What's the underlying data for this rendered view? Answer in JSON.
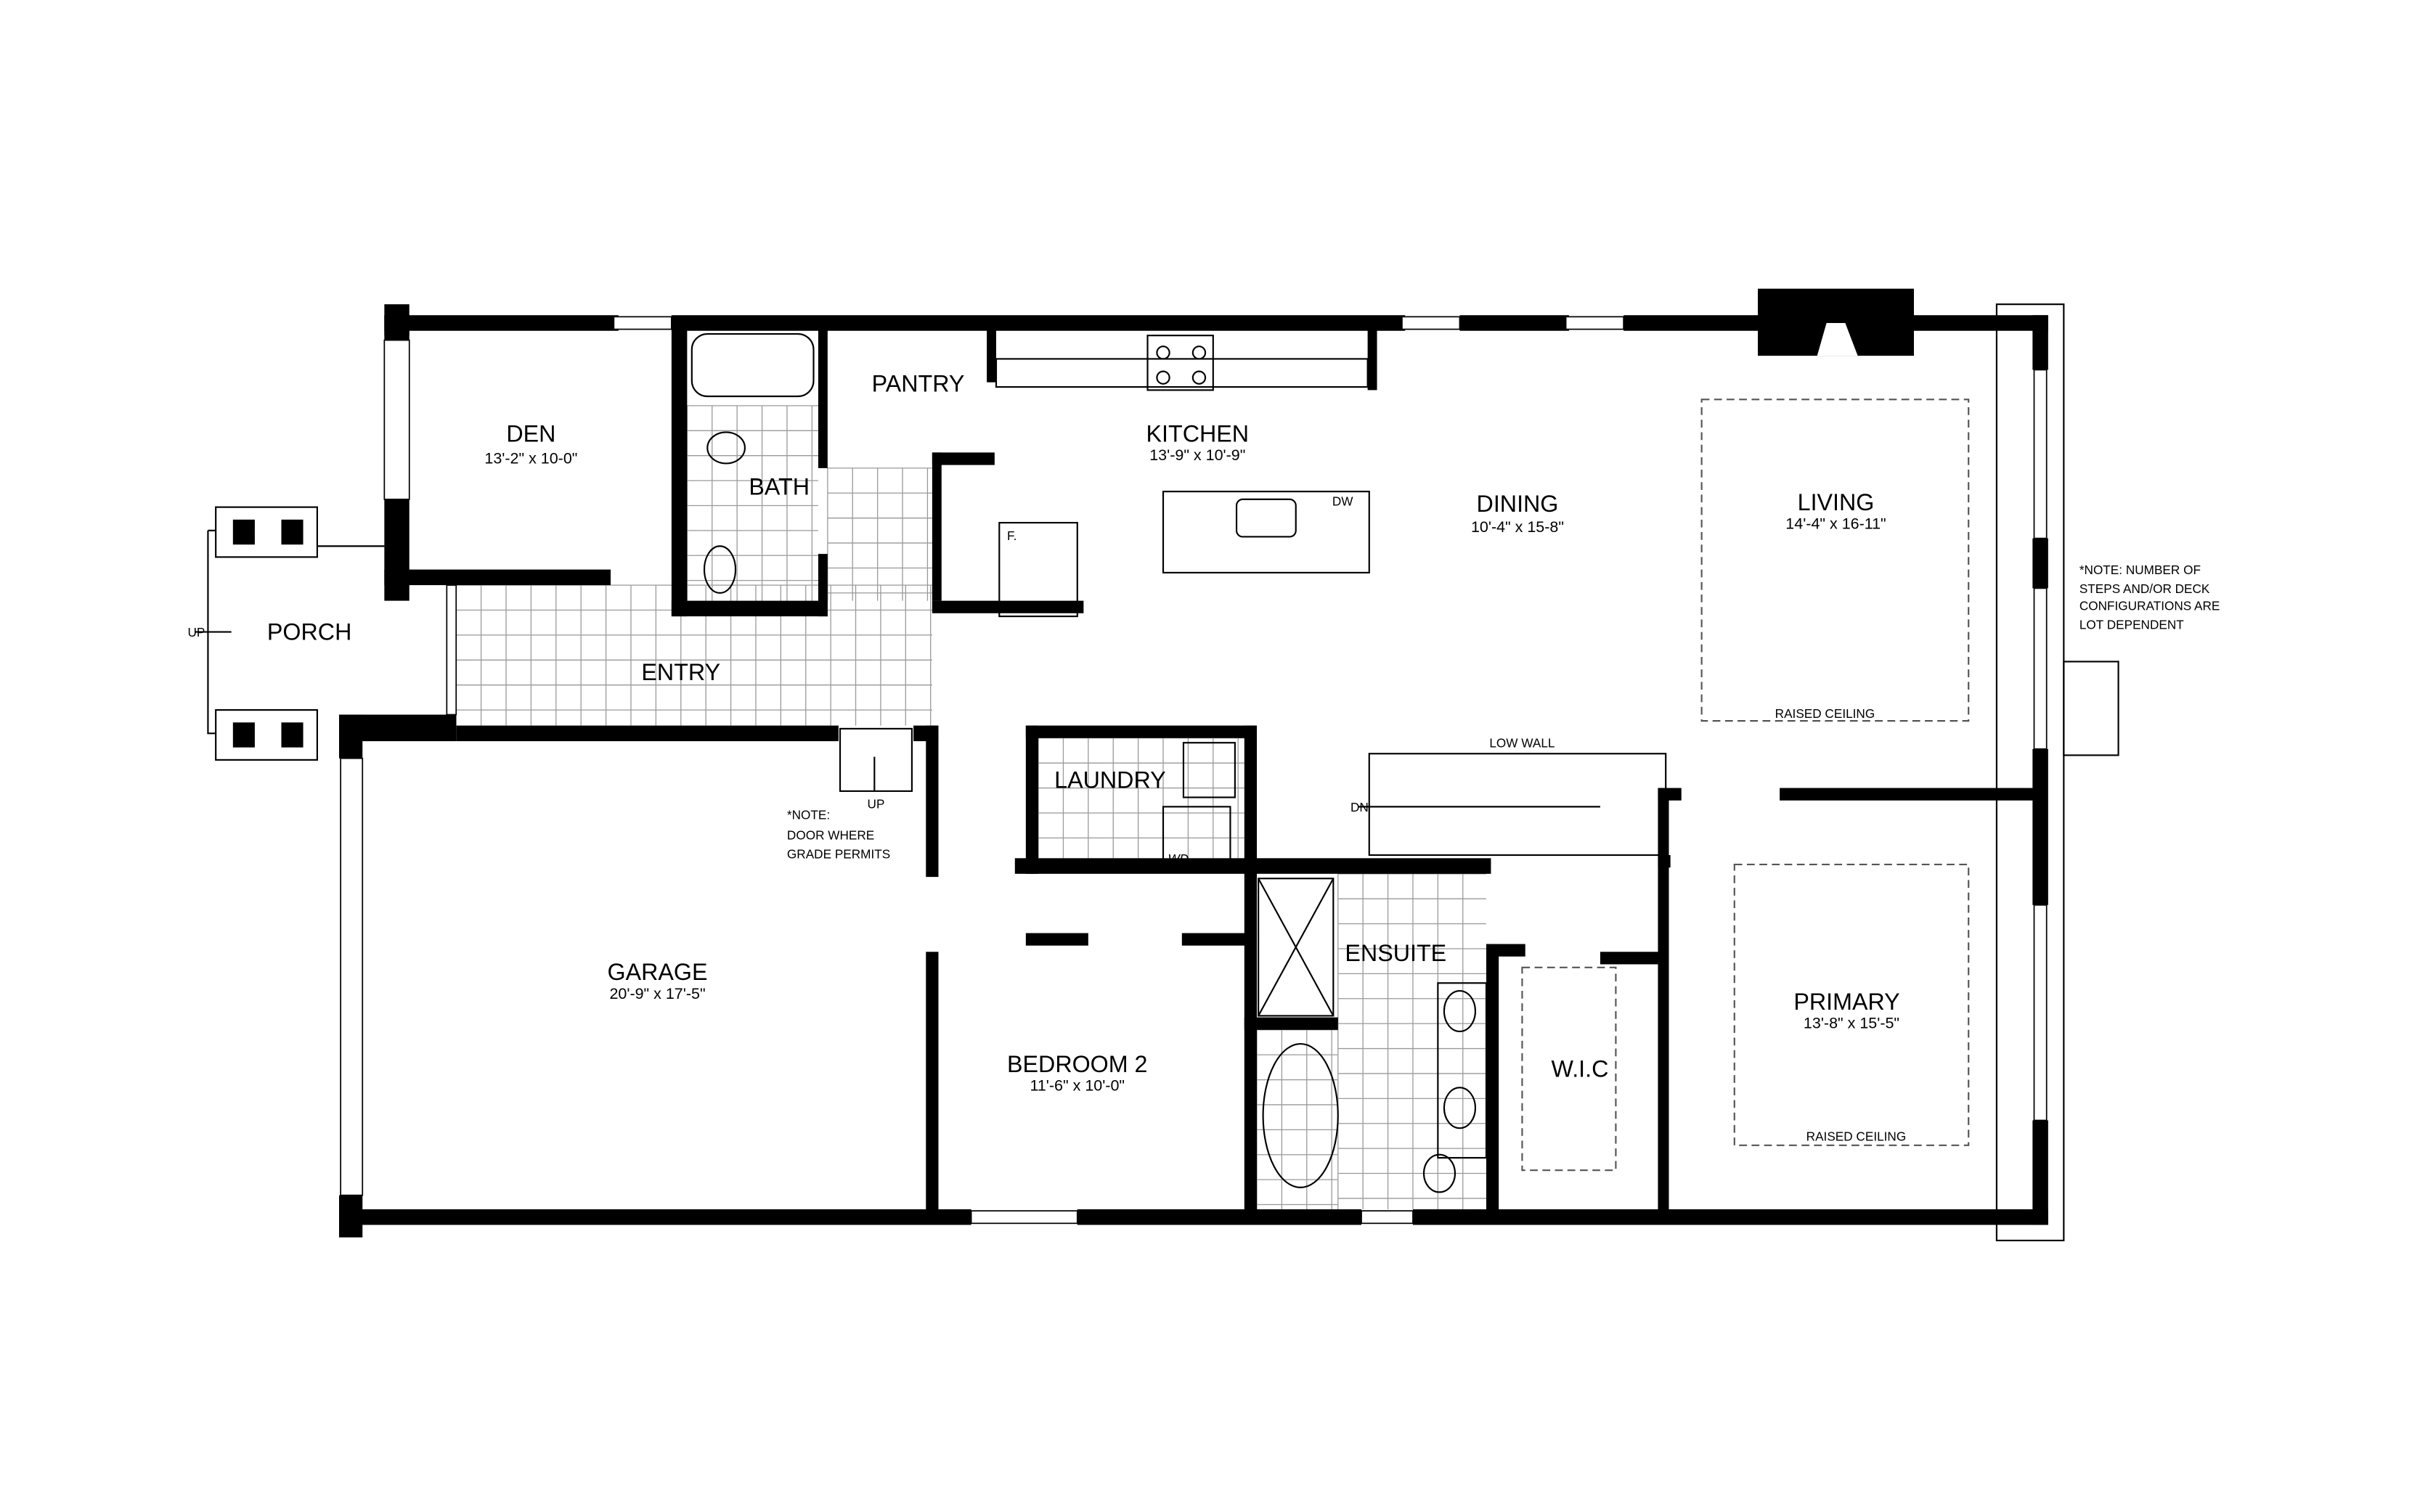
{
  "rooms": {
    "den": {
      "name": "DEN",
      "size": "13'-2\" x 10-0\""
    },
    "bath": {
      "name": "BATH"
    },
    "pantry": {
      "name": "PANTRY"
    },
    "kitchen": {
      "name": "KITCHEN",
      "size": "13'-9\" x 10'-9\""
    },
    "dining": {
      "name": "DINING",
      "size": "10'-4\" x 15-8\""
    },
    "living": {
      "name": "LIVING",
      "size": "14'-4\" x 16-11\"",
      "ceiling": "RAISED CEILING"
    },
    "porch": {
      "name": "PORCH",
      "stair": "UP"
    },
    "entry": {
      "name": "ENTRY"
    },
    "garage": {
      "name": "GARAGE",
      "size": "20'-9\" x 17'-5\"",
      "stair": "UP"
    },
    "laundry": {
      "name": "LAUNDRY",
      "appliance": "WD"
    },
    "bedroom2": {
      "name": "BEDROOM 2",
      "size": "11'-6\" x 10'-0\""
    },
    "ensuite": {
      "name": "ENSUITE"
    },
    "wic": {
      "name": "W.I.C"
    },
    "primary": {
      "name": "PRIMARY",
      "size": "13'-8\" x 15'-5\"",
      "ceiling": "RAISED CEILING"
    }
  },
  "fixtures": {
    "dishwasher": "DW",
    "fridge": "F.",
    "low_wall": "LOW WALL",
    "stair_down": "DN"
  },
  "notes": {
    "garage_door": [
      "*NOTE:",
      "DOOR WHERE",
      "GRADE PERMITS"
    ],
    "deck": [
      "*NOTE: NUMBER OF",
      "STEPS AND/OR DECK",
      "CONFIGURATIONS ARE",
      "LOT DEPENDENT"
    ]
  }
}
